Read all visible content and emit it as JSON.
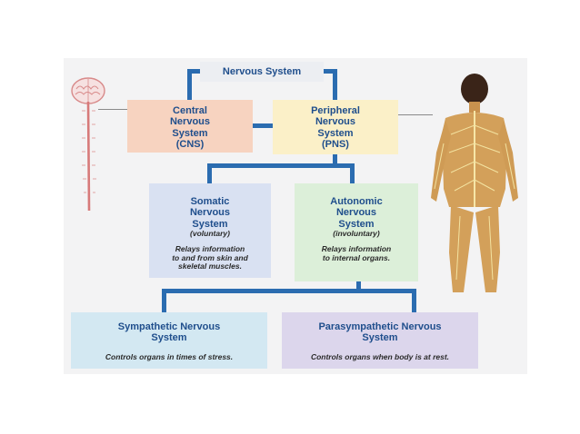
{
  "diagram": {
    "root": {
      "label": "Nervous System"
    },
    "cns": {
      "label": "Central\nNervous\nSystem\n(CNS)"
    },
    "pns": {
      "label": "Peripheral\nNervous\nSystem\n(PNS)"
    },
    "somatic": {
      "label": "Somatic\nNervous\nSystem",
      "subtitle": "(voluntary)",
      "description": "Relays information\nto and from skin and\nskeletal muscles."
    },
    "autonomic": {
      "label": "Autonomic\nNervous\nSystem",
      "subtitle": "(involuntary)",
      "description": "Relays information\nto internal organs."
    },
    "sympathetic": {
      "label": "Sympathetic Nervous\nSystem",
      "description": "Controls organs in times of stress."
    },
    "parasympathetic": {
      "label": "Parasympathetic Nervous\nSystem",
      "description": "Controls organs when body is at rest."
    }
  },
  "colors": {
    "connector": "#2b6cb0",
    "cns_fill": "#f7d3c0",
    "pns_fill": "#fbf0c8",
    "somatic_fill": "#d9e1f2",
    "autonomic_fill": "#dcefd9",
    "sympathetic_fill": "#d3e8f2",
    "parasympathetic_fill": "#dcd6ec",
    "title_text": "#1f4e8c"
  },
  "images": {
    "brain_spinal_cord": "brain-and-spinal-cord-illustration",
    "human_body": "human-body-nervous-system-illustration"
  }
}
